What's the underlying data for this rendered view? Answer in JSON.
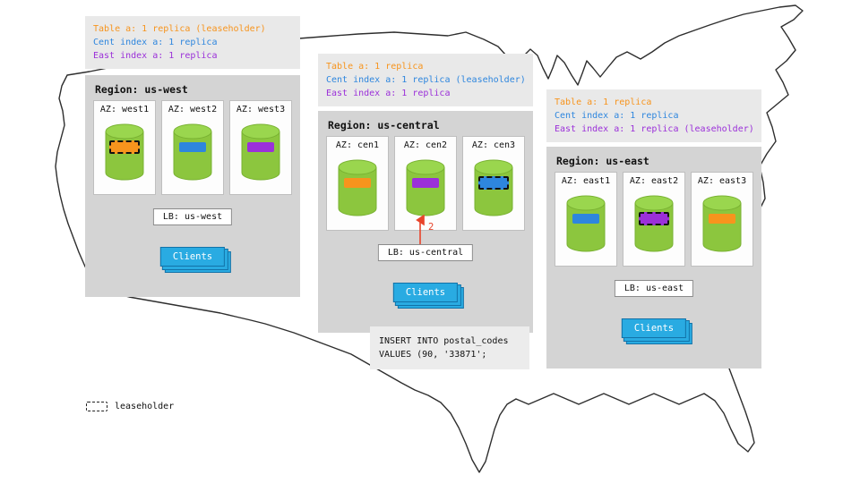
{
  "regions": [
    {
      "id": "us-west",
      "annotations": [
        {
          "text": "Table a: 1 replica (leaseholder)",
          "color": "#F7941D"
        },
        {
          "text": "Cent index a: 1 replica",
          "color": "#2E86DE"
        },
        {
          "text": "East index a: 1 replica",
          "color": "#9B30D9"
        }
      ],
      "title": "Region: us-west",
      "azs": [
        {
          "label": "AZ: west1",
          "chip_color": "#F7941D",
          "leaseholder": true
        },
        {
          "label": "AZ: west2",
          "chip_color": "#2E86DE",
          "leaseholder": false
        },
        {
          "label": "AZ: west3",
          "chip_color": "#9B30D9",
          "leaseholder": false
        }
      ],
      "lb": "LB: us-west",
      "clients": "Clients"
    },
    {
      "id": "us-central",
      "annotations": [
        {
          "text": "Table a: 1 replica",
          "color": "#F7941D"
        },
        {
          "text": "Cent index a: 1 replica (leaseholder)",
          "color": "#2E86DE"
        },
        {
          "text": "East index a: 1 replica",
          "color": "#9B30D9"
        }
      ],
      "title": "Region: us-central",
      "azs": [
        {
          "label": "AZ: cen1",
          "chip_color": "#F7941D",
          "leaseholder": false
        },
        {
          "label": "AZ: cen2",
          "chip_color": "#9B30D9",
          "leaseholder": false
        },
        {
          "label": "AZ: cen3",
          "chip_color": "#2E86DE",
          "leaseholder": true
        }
      ],
      "lb": "LB: us-central",
      "clients": "Clients"
    },
    {
      "id": "us-east",
      "annotations": [
        {
          "text": "Table a: 1 replica",
          "color": "#F7941D"
        },
        {
          "text": "Cent index a: 1 replica",
          "color": "#2E86DE"
        },
        {
          "text": "East index a: 1 replica (leaseholder)",
          "color": "#9B30D9"
        }
      ],
      "title": "Region: us-east",
      "azs": [
        {
          "label": "AZ: east1",
          "chip_color": "#2E86DE",
          "leaseholder": false
        },
        {
          "label": "AZ: east2",
          "chip_color": "#9B30D9",
          "leaseholder": true
        },
        {
          "label": "AZ: east3",
          "chip_color": "#F7941D",
          "leaseholder": false
        }
      ],
      "lb": "LB: us-east",
      "clients": "Clients"
    }
  ],
  "sql_note": {
    "lines": [
      "INSERT INTO postal_codes",
      "VALUES (90, '33871';"
    ]
  },
  "arrow": {
    "label": "2",
    "color": "#E8442B"
  },
  "legend": {
    "label": "leaseholder"
  },
  "colors": {
    "cylinder": "#8CC63E",
    "clients_blue": "#29ABE2"
  }
}
